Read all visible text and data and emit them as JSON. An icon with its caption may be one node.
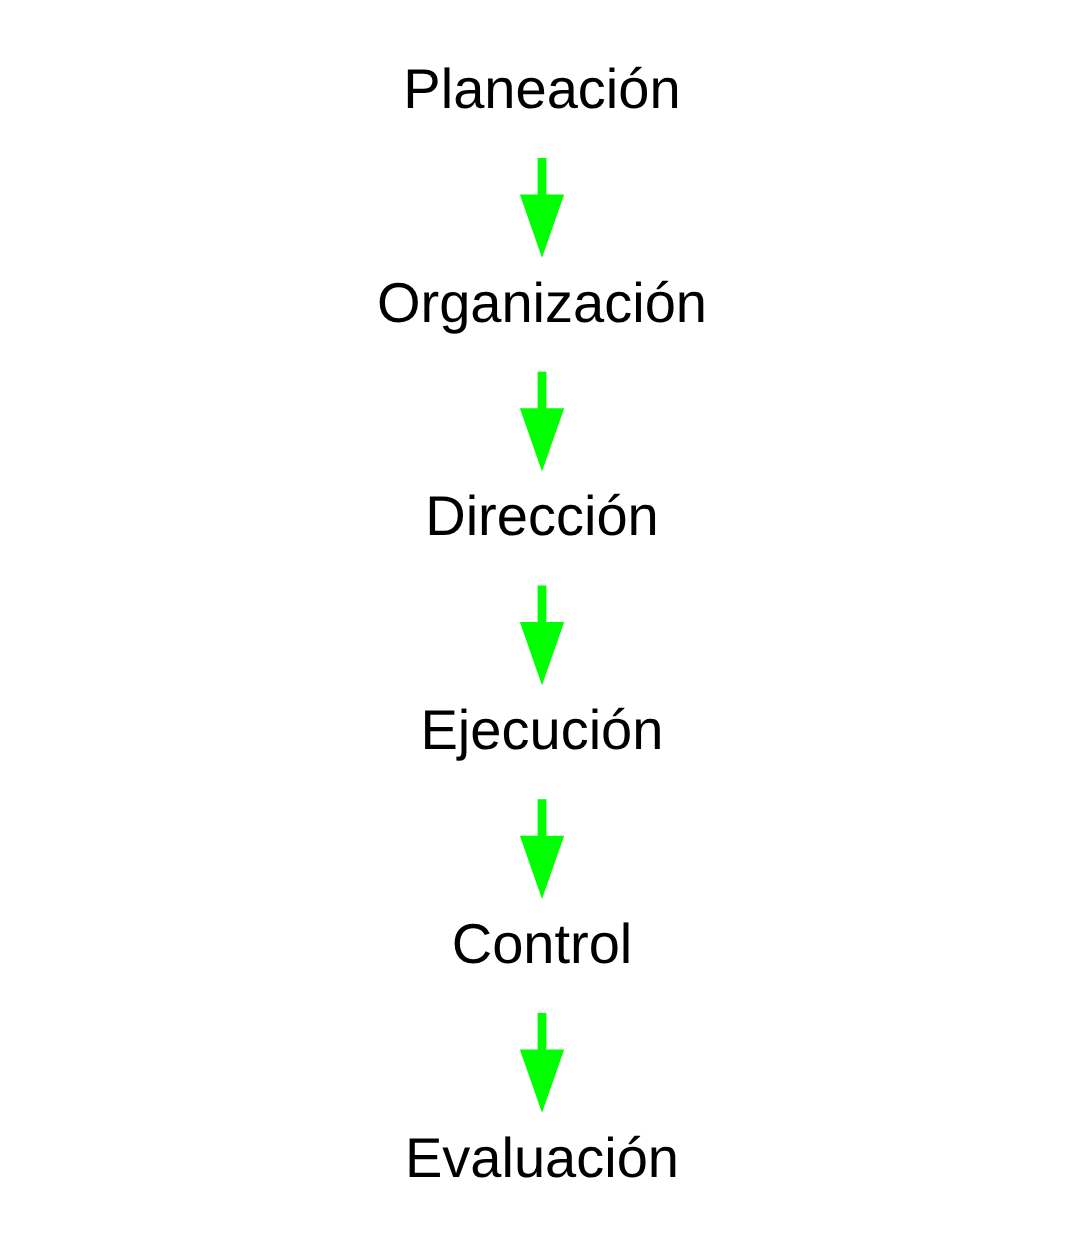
{
  "diagram": {
    "nodes": [
      {
        "text": [
          "Planeación"
        ]
      },
      {
        "text": [
          "Organización"
        ]
      },
      {
        "text": [
          "Dirección"
        ]
      },
      {
        "text": [
          "Ejecución"
        ]
      },
      {
        "text": [
          "Control"
        ]
      },
      {
        "text": [
          "Evaluación"
        ]
      }
    ],
    "edges": [
      {
        "from": 0,
        "to": 1,
        "arrow": "to",
        "color": "#00ff00"
      },
      {
        "from": 1,
        "to": 2,
        "arrow": "to",
        "color": "#00ff00"
      },
      {
        "from": 2,
        "to": 3,
        "arrow": "to",
        "color": "#00ff00"
      },
      {
        "from": 3,
        "to": 4,
        "arrow": "to",
        "color": "#00ff00"
      },
      {
        "from": 4,
        "to": 5,
        "arrow": "to",
        "color": "#00ff00"
      }
    ]
  }
}
